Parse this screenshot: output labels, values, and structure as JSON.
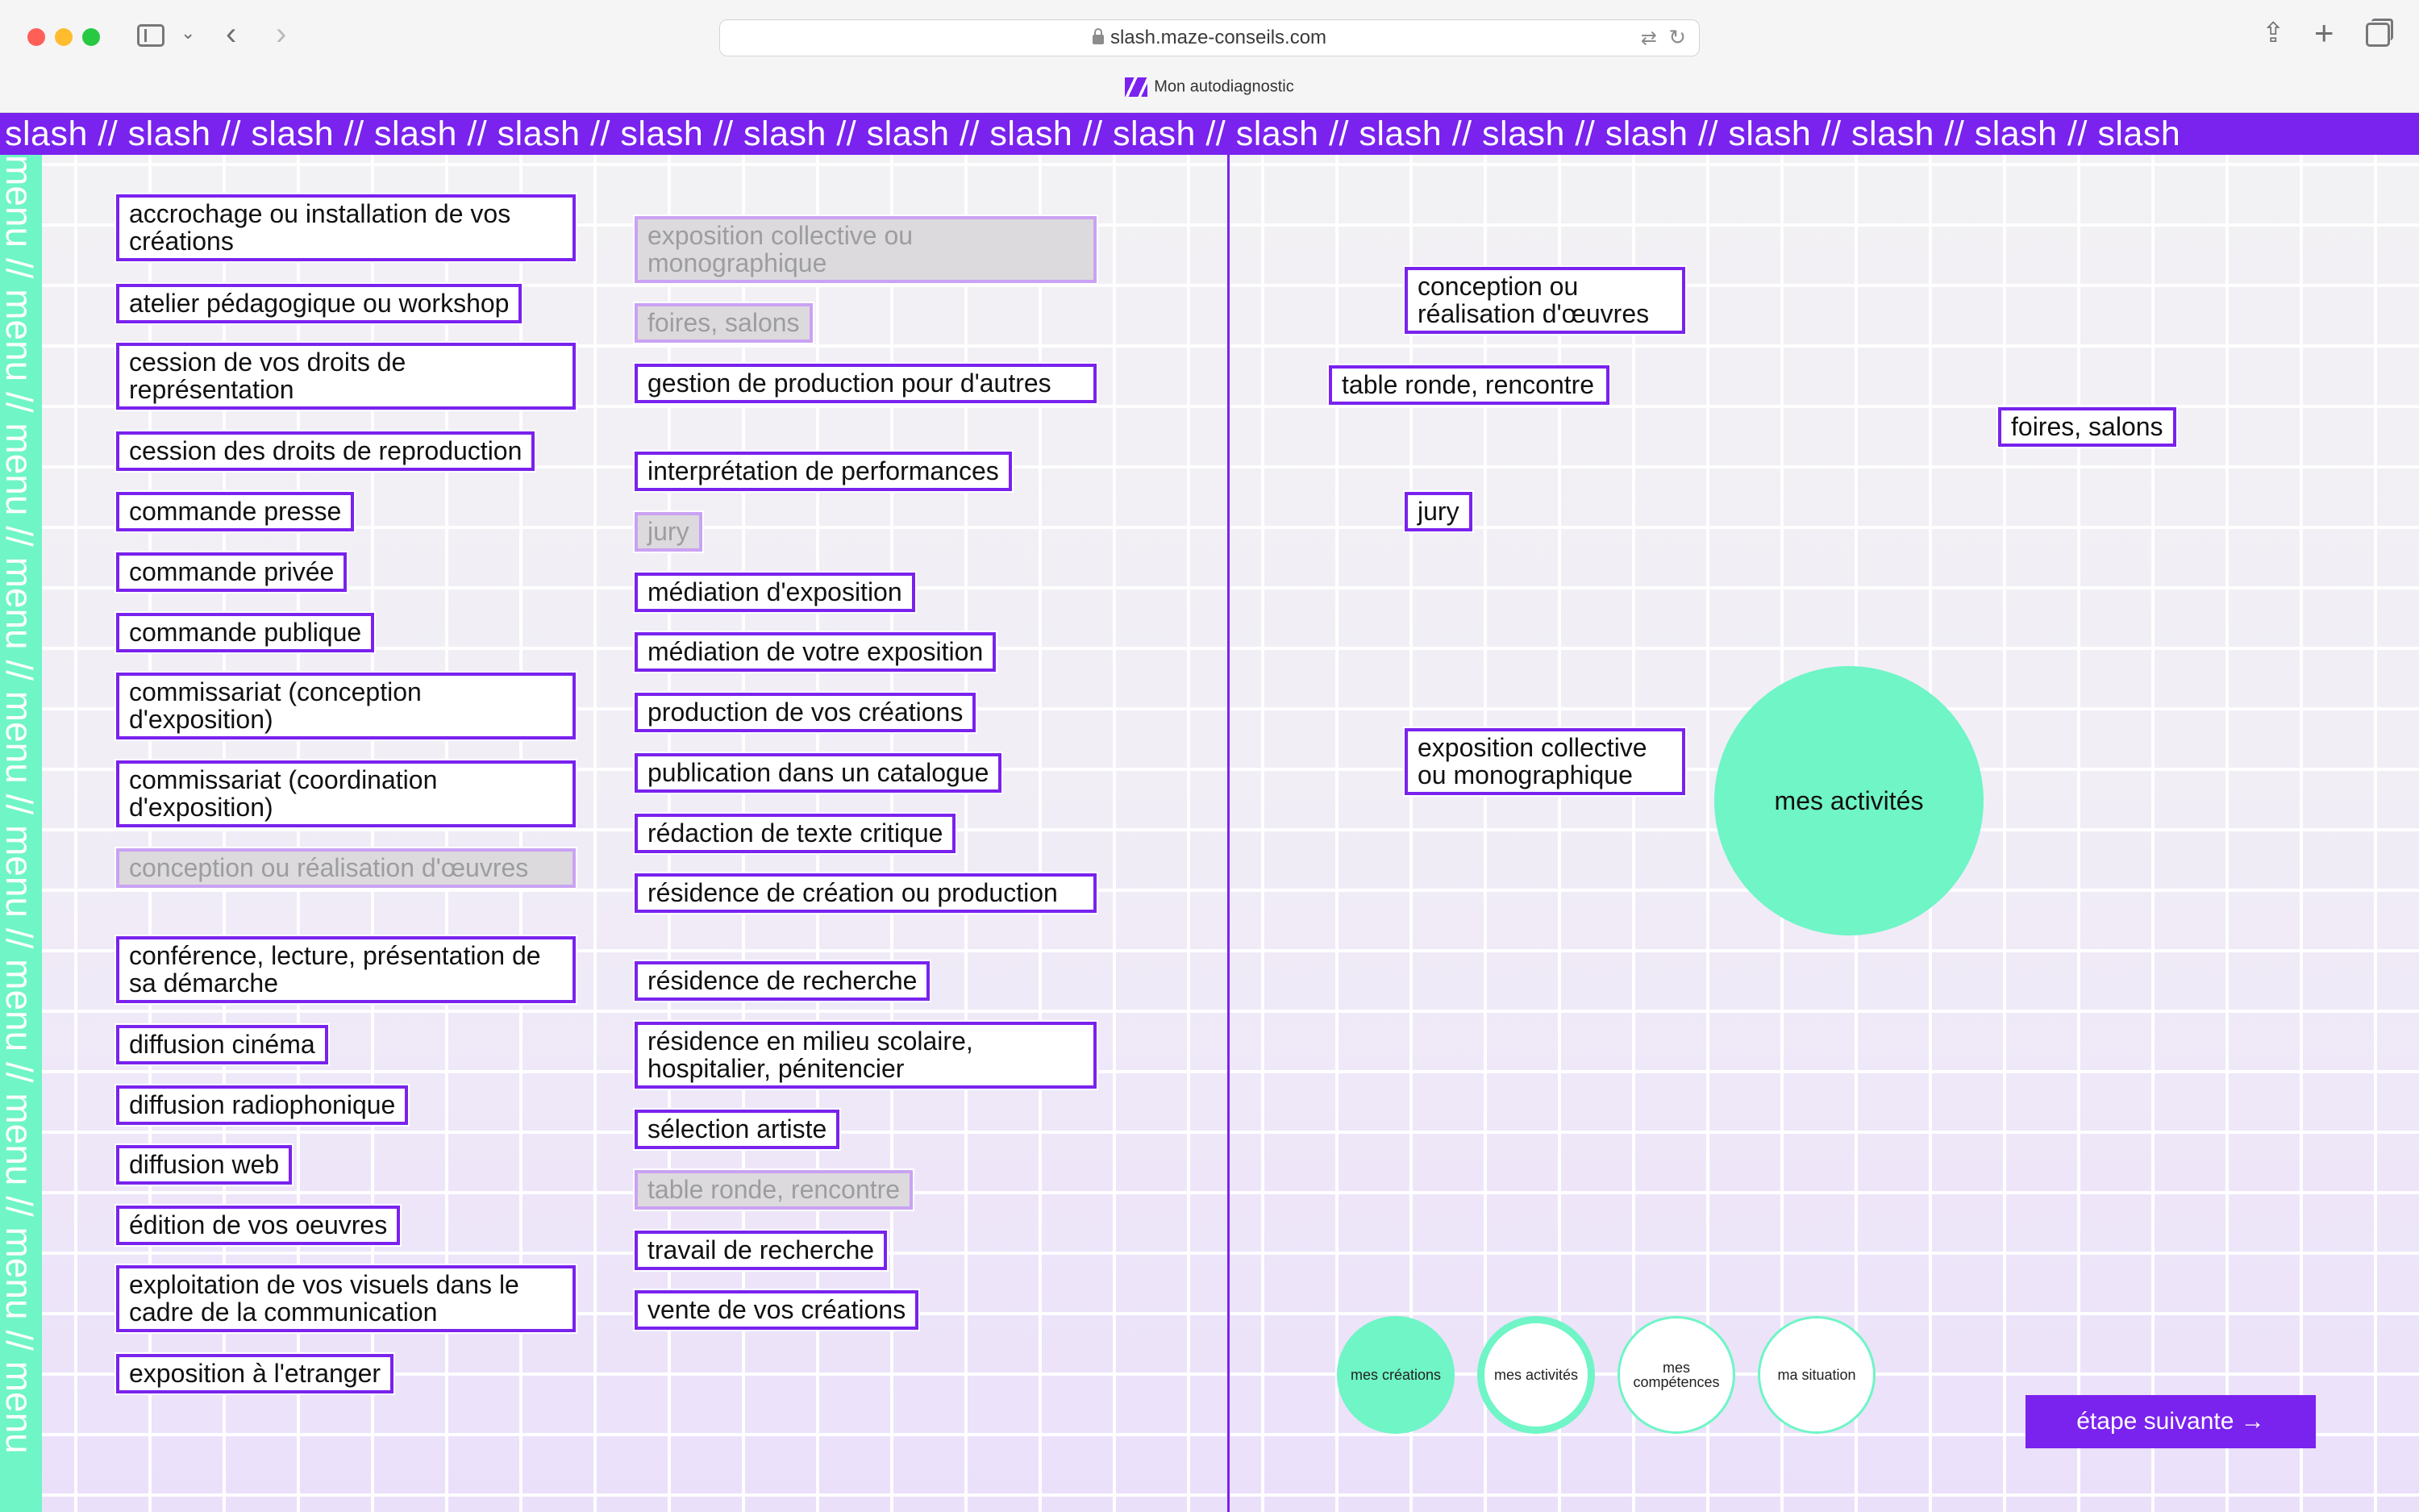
{
  "browser": {
    "url": "slash.maze-conseils.com",
    "tab_title": "Mon autodiagnostic"
  },
  "banner": {
    "text": "slash // slash // slash // slash // slash // slash // slash // slash // slash // slash // slash // slash // slash // slash // slash // slash // slash // slash"
  },
  "menu_strip": {
    "text": "menu // menu // menu // menu // menu // menu // menu // menu // menu // menu"
  },
  "activities": {
    "column1": [
      {
        "label": "accrochage ou installation de vos créations",
        "selected": false
      },
      {
        "label": "atelier pédagogique ou workshop",
        "selected": false
      },
      {
        "label": "cession de vos droits de représentation",
        "selected": false
      },
      {
        "label": "cession des droits de reproduction",
        "selected": false
      },
      {
        "label": "commande presse",
        "selected": false
      },
      {
        "label": "commande privée",
        "selected": false
      },
      {
        "label": "commande publique",
        "selected": false
      },
      {
        "label": "commissariat (conception d'exposition)",
        "selected": false
      },
      {
        "label": "commissariat (coordination d'exposition)",
        "selected": false
      },
      {
        "label": "conception ou réalisation d'œuvres",
        "selected": true
      },
      {
        "label": "conférence, lecture, présentation de sa démarche",
        "selected": false
      },
      {
        "label": "diffusion cinéma",
        "selected": false
      },
      {
        "label": "diffusion radiophonique",
        "selected": false
      },
      {
        "label": "diffusion web",
        "selected": false
      },
      {
        "label": "édition de vos oeuvres",
        "selected": false
      },
      {
        "label": "exploitation de vos visuels dans le cadre de la communication",
        "selected": false
      },
      {
        "label": "exposition à l'etranger",
        "selected": false
      }
    ],
    "column2": [
      {
        "label": "exposition collective ou monographique",
        "selected": true
      },
      {
        "label": "foires, salons",
        "selected": true
      },
      {
        "label": "gestion de production pour d'autres",
        "selected": false
      },
      {
        "label": "interprétation de performances",
        "selected": false
      },
      {
        "label": "jury",
        "selected": true
      },
      {
        "label": "médiation d'exposition",
        "selected": false
      },
      {
        "label": "médiation de votre exposition",
        "selected": false
      },
      {
        "label": "production de vos créations",
        "selected": false
      },
      {
        "label": "publication dans un catalogue",
        "selected": false
      },
      {
        "label": "rédaction de texte critique",
        "selected": false
      },
      {
        "label": "résidence de création ou production",
        "selected": false
      },
      {
        "label": "résidence de recherche",
        "selected": false
      },
      {
        "label": "résidence en milieu scolaire, hospitalier, pénitencier",
        "selected": false
      },
      {
        "label": "sélection artiste",
        "selected": false
      },
      {
        "label": "table ronde, rencontre",
        "selected": true
      },
      {
        "label": "travail de recherche",
        "selected": false
      },
      {
        "label": "vente de vos créations",
        "selected": false
      }
    ]
  },
  "chosen": [
    {
      "label": "conception ou réalisation d'œuvres"
    },
    {
      "label": "table ronde, rencontre"
    },
    {
      "label": "foires, salons"
    },
    {
      "label": "jury"
    },
    {
      "label": "exposition collective ou monographique"
    }
  ],
  "bubble_label": "mes activités",
  "steps": [
    {
      "label": "mes créations",
      "state": "done"
    },
    {
      "label": "mes activités",
      "state": "current"
    },
    {
      "label": "mes compétences",
      "state": "todo"
    },
    {
      "label": "ma situation",
      "state": "todo"
    }
  ],
  "next_button": "étape suivante →",
  "colors": {
    "purple": "#7a22ee",
    "mint": "#6ff5c6",
    "selected_bg": "#dcdadd"
  }
}
